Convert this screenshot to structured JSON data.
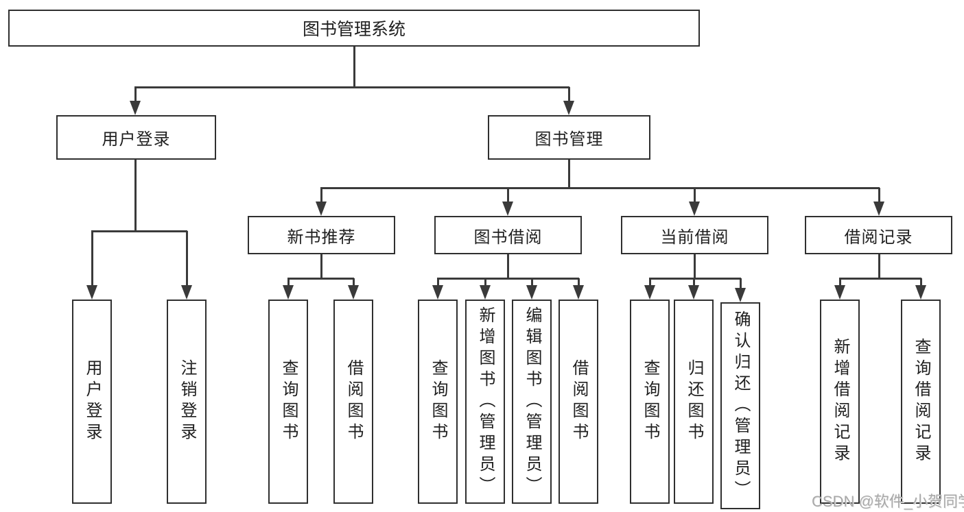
{
  "tree": {
    "root": {
      "label": "图书管理系统"
    },
    "branches": [
      {
        "label": "用户登录",
        "children": [
          {
            "label": "用户登录"
          },
          {
            "label": "注销登录"
          }
        ]
      },
      {
        "label": "图书管理",
        "groups": [
          {
            "label": "新书推荐",
            "children": [
              {
                "label": "查询图书"
              },
              {
                "label": "借阅图书"
              }
            ]
          },
          {
            "label": "图书借阅",
            "children": [
              {
                "label": "查询图书"
              },
              {
                "label": "新增图书（管理员）"
              },
              {
                "label": "编辑图书（管理员）"
              },
              {
                "label": "借阅图书"
              }
            ]
          },
          {
            "label": "当前借阅",
            "children": [
              {
                "label": "查询图书"
              },
              {
                "label": "归还图书"
              },
              {
                "label": "确认归还（管理员）"
              }
            ]
          },
          {
            "label": "借阅记录",
            "children": [
              {
                "label": "新增借阅记录"
              },
              {
                "label": "查询借阅记录"
              }
            ]
          }
        ]
      }
    ]
  },
  "watermark": "CSDN @软件_小贺同学",
  "colors": {
    "line": "#3a3a3a",
    "box_border": "#2f2f2f",
    "text": "#1f1f1f",
    "background": "#ffffff",
    "watermark": "#a9a9a9"
  }
}
